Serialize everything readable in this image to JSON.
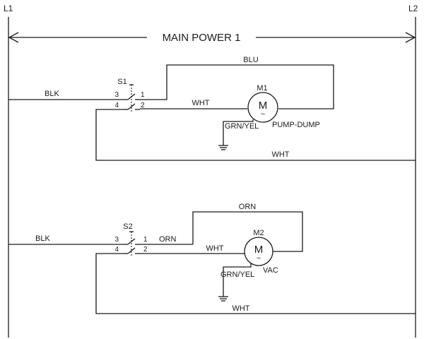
{
  "rails": {
    "left": "L1",
    "right": "L2"
  },
  "title": "MAIN POWER 1",
  "circuits": [
    {
      "switch": "S1",
      "terminals": [
        "3",
        "1",
        "4",
        "2"
      ],
      "motor": {
        "id": "M1",
        "symbol": "M",
        "tilde": "~",
        "name": "PUMP-DUMP"
      },
      "wires": {
        "supply": "BLK",
        "loop": "BLU",
        "motor_feed": "WHT",
        "ground": "GRN/YEL",
        "return": "WHT"
      }
    },
    {
      "switch": "S2",
      "terminals": [
        "3",
        "1",
        "4",
        "2"
      ],
      "motor": {
        "id": "M2",
        "symbol": "M",
        "tilde": "~",
        "name": "VAC"
      },
      "wires": {
        "supply": "BLK",
        "loop": "ORN",
        "switch_out": "ORN",
        "motor_feed": "WHT",
        "ground": "GRN/YEL",
        "return": "WHT"
      }
    }
  ]
}
